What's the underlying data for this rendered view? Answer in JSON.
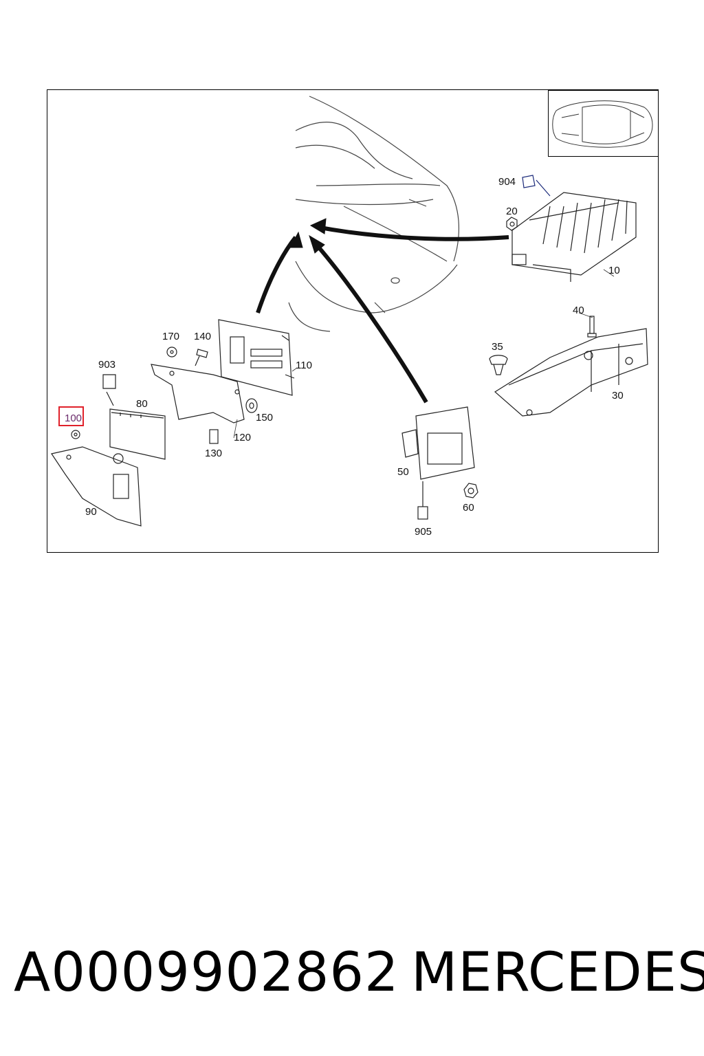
{
  "diagram": {
    "callouts": [
      {
        "id": "c904",
        "label": "904"
      },
      {
        "id": "c20",
        "label": "20"
      },
      {
        "id": "c10",
        "label": "10"
      },
      {
        "id": "c40",
        "label": "40"
      },
      {
        "id": "c35",
        "label": "35"
      },
      {
        "id": "c30",
        "label": "30"
      },
      {
        "id": "c170",
        "label": "170"
      },
      {
        "id": "c140",
        "label": "140"
      },
      {
        "id": "c110",
        "label": "110"
      },
      {
        "id": "c903",
        "label": "903"
      },
      {
        "id": "c80",
        "label": "80"
      },
      {
        "id": "c100",
        "label": "100"
      },
      {
        "id": "c150",
        "label": "150"
      },
      {
        "id": "c120",
        "label": "120"
      },
      {
        "id": "c130",
        "label": "130"
      },
      {
        "id": "c90",
        "label": "90"
      },
      {
        "id": "c50",
        "label": "50"
      },
      {
        "id": "c60",
        "label": "60"
      },
      {
        "id": "c905",
        "label": "905"
      }
    ],
    "highlighted_callout": "100",
    "highlight_color": "#e0202a"
  },
  "footer": {
    "part_number": "A0009902862",
    "brand": "MERCEDES"
  }
}
